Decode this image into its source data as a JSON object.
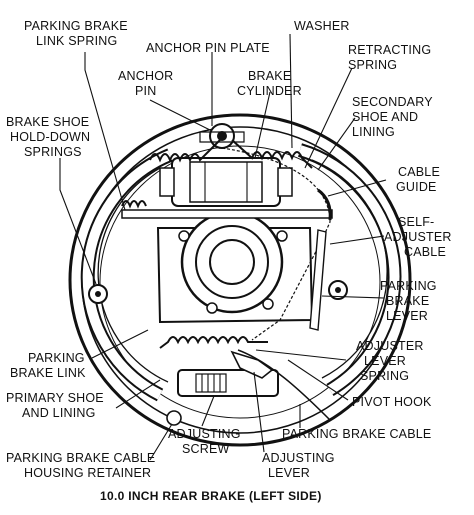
{
  "caption": "10.0 INCH REAR BRAKE (LEFT SIDE)",
  "labels": {
    "parking_brake_link_spring": [
      "PARKING BRAKE",
      "LINK SPRING"
    ],
    "washer": [
      "WASHER"
    ],
    "anchor_pin_plate": [
      "ANCHOR PIN PLATE"
    ],
    "retracting_spring": [
      "RETRACTING",
      "SPRING"
    ],
    "anchor_pin": [
      "ANCHOR",
      "PIN"
    ],
    "brake_cylinder": [
      "BRAKE",
      "CYLINDER"
    ],
    "secondary_shoe_lining": [
      "SECONDARY",
      "SHOE AND",
      "LINING"
    ],
    "brake_shoe_holddown_springs": [
      "BRAKE SHOE",
      "HOLD-DOWN",
      "SPRINGS"
    ],
    "cable_guide": [
      "CABLE",
      "GUIDE"
    ],
    "self_adjuster_cable": [
      "SELF-",
      "ADJUSTER",
      "CABLE"
    ],
    "parking_brake_lever": [
      "PARKING",
      "BRAKE",
      "LEVER"
    ],
    "parking_brake_link": [
      "PARKING",
      "BRAKE LINK"
    ],
    "adjuster_lever_spring": [
      "ADJUSTER",
      "LEVER",
      "SPRING"
    ],
    "primary_shoe_lining": [
      "PRIMARY SHOE",
      "AND LINING"
    ],
    "pivot_hook": [
      "PIVOT HOOK"
    ],
    "adjusting_screw": [
      "ADJUSTING",
      "SCREW"
    ],
    "parking_brake_cable": [
      "PARKING BRAKE CABLE"
    ],
    "parking_brake_cable_housing_retainer": [
      "PARKING BRAKE CABLE",
      "HOUSING RETAINER"
    ],
    "adjusting_lever": [
      "ADJUSTING",
      "LEVER"
    ]
  }
}
